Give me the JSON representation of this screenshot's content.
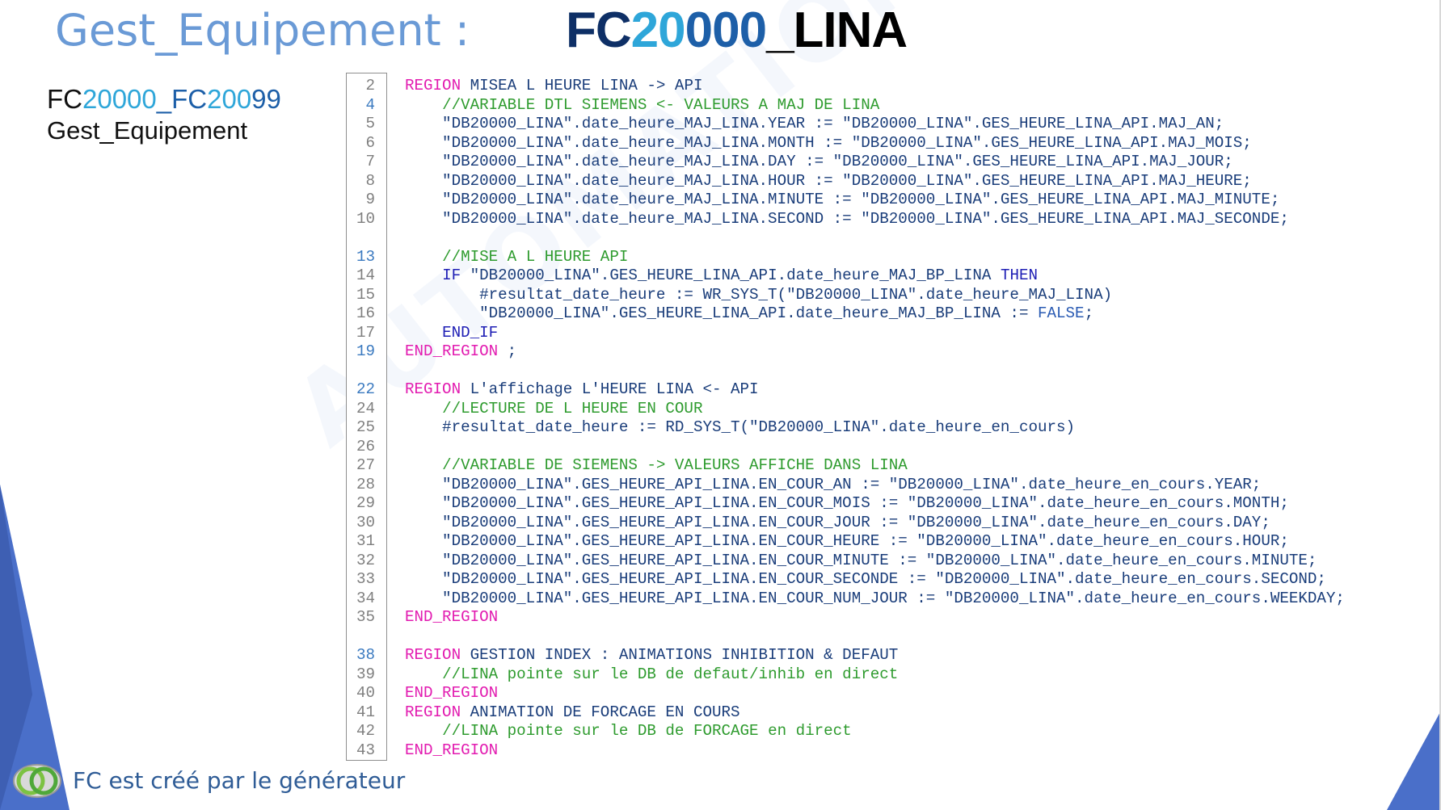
{
  "header": {
    "title_left": "Gest_Equipement :",
    "title_right_parts": [
      "FC",
      "20",
      "000",
      "_LINA"
    ]
  },
  "side": {
    "fc_range_parts": [
      "FC",
      "20000",
      "_FC",
      "200",
      "99"
    ],
    "gest_label": "Gest_Equipement"
  },
  "footer": {
    "text": "FC est créé par le générateur",
    "logo_icon": "two-rings-logo-icon"
  },
  "colors": {
    "title_light_blue": "#6a9ad6",
    "fc_dark_navy": "#0e2f66",
    "fc_cyan": "#2ea6d9",
    "region_keyword": "#e21bb0",
    "keyword": "#1f1fb5",
    "comment": "#2e9b2e",
    "text": "#1a3d7a",
    "triangle_blue": "#4a6fc9"
  },
  "watermark": "AUTOMATION OUEST",
  "code": [
    {
      "n": "2",
      "hl": false,
      "segs": [
        [
          "kw-region",
          "REGION"
        ],
        [
          "tx",
          " MISEA L HEURE LINA -> API"
        ]
      ]
    },
    {
      "n": "4",
      "hl": true,
      "segs": [
        [
          "tx",
          "    "
        ],
        [
          "cm",
          "//VARIABLE DTL SIEMENS <- VALEURS A MAJ DE LINA"
        ]
      ]
    },
    {
      "n": "5",
      "hl": false,
      "segs": [
        [
          "tx",
          "    \"DB20000_LINA\".date_heure_MAJ_LINA.YEAR := \"DB20000_LINA\".GES_HEURE_LINA_API.MAJ_AN;"
        ]
      ]
    },
    {
      "n": "6",
      "hl": false,
      "segs": [
        [
          "tx",
          "    \"DB20000_LINA\".date_heure_MAJ_LINA.MONTH := \"DB20000_LINA\".GES_HEURE_LINA_API.MAJ_MOIS;"
        ]
      ]
    },
    {
      "n": "7",
      "hl": false,
      "segs": [
        [
          "tx",
          "    \"DB20000_LINA\".date_heure_MAJ_LINA.DAY := \"DB20000_LINA\".GES_HEURE_LINA_API.MAJ_JOUR;"
        ]
      ]
    },
    {
      "n": "8",
      "hl": false,
      "segs": [
        [
          "tx",
          "    \"DB20000_LINA\".date_heure_MAJ_LINA.HOUR := \"DB20000_LINA\".GES_HEURE_LINA_API.MAJ_HEURE;"
        ]
      ]
    },
    {
      "n": "9",
      "hl": false,
      "segs": [
        [
          "tx",
          "    \"DB20000_LINA\".date_heure_MAJ_LINA.MINUTE := \"DB20000_LINA\".GES_HEURE_LINA_API.MAJ_MINUTE;"
        ]
      ]
    },
    {
      "n": "10",
      "hl": false,
      "segs": [
        [
          "tx",
          "    \"DB20000_LINA\".date_heure_MAJ_LINA.SECOND := \"DB20000_LINA\".GES_HEURE_LINA_API.MAJ_SECONDE;"
        ]
      ]
    },
    {
      "n": "",
      "hl": false,
      "segs": []
    },
    {
      "n": "13",
      "hl": true,
      "segs": [
        [
          "tx",
          "    "
        ],
        [
          "cm",
          "//MISE A L HEURE API"
        ]
      ]
    },
    {
      "n": "14",
      "hl": false,
      "segs": [
        [
          "tx",
          "    "
        ],
        [
          "kw",
          "IF"
        ],
        [
          "tx",
          " \"DB20000_LINA\".GES_HEURE_LINA_API.date_heure_MAJ_BP_LINA "
        ],
        [
          "kw",
          "THEN"
        ]
      ]
    },
    {
      "n": "15",
      "hl": false,
      "segs": [
        [
          "tx",
          "        #resultat_date_heure := WR_SYS_T(\"DB20000_LINA\".date_heure_MAJ_LINA)"
        ]
      ]
    },
    {
      "n": "16",
      "hl": false,
      "segs": [
        [
          "tx",
          "        \"DB20000_LINA\".GES_HEURE_LINA_API.date_heure_MAJ_BP_LINA := "
        ],
        [
          "con",
          "FALSE"
        ],
        [
          "tx",
          ";"
        ]
      ]
    },
    {
      "n": "17",
      "hl": false,
      "segs": [
        [
          "tx",
          "    "
        ],
        [
          "kw",
          "END_IF"
        ]
      ]
    },
    {
      "n": "19",
      "hl": true,
      "segs": [
        [
          "kw-region",
          "END_REGION"
        ],
        [
          "tx",
          " ;"
        ]
      ]
    },
    {
      "n": "",
      "hl": false,
      "segs": []
    },
    {
      "n": "22",
      "hl": true,
      "segs": [
        [
          "kw-region",
          "REGION"
        ],
        [
          "tx",
          " L'affichage L'HEURE LINA <- API"
        ]
      ]
    },
    {
      "n": "24",
      "hl": false,
      "segs": [
        [
          "tx",
          "    "
        ],
        [
          "cm",
          "//LECTURE DE L HEURE EN COUR"
        ]
      ]
    },
    {
      "n": "25",
      "hl": false,
      "segs": [
        [
          "tx",
          "    #resultat_date_heure := RD_SYS_T(\"DB20000_LINA\".date_heure_en_cours)"
        ]
      ]
    },
    {
      "n": "26",
      "hl": false,
      "segs": []
    },
    {
      "n": "27",
      "hl": false,
      "segs": [
        [
          "tx",
          "    "
        ],
        [
          "cm",
          "//VARIABLE DE SIEMENS -> VALEURS AFFICHE DANS LINA"
        ]
      ]
    },
    {
      "n": "28",
      "hl": false,
      "segs": [
        [
          "tx",
          "    \"DB20000_LINA\".GES_HEURE_API_LINA.EN_COUR_AN := \"DB20000_LINA\".date_heure_en_cours.YEAR;"
        ]
      ]
    },
    {
      "n": "29",
      "hl": false,
      "segs": [
        [
          "tx",
          "    \"DB20000_LINA\".GES_HEURE_API_LINA.EN_COUR_MOIS := \"DB20000_LINA\".date_heure_en_cours.MONTH;"
        ]
      ]
    },
    {
      "n": "30",
      "hl": false,
      "segs": [
        [
          "tx",
          "    \"DB20000_LINA\".GES_HEURE_API_LINA.EN_COUR_JOUR := \"DB20000_LINA\".date_heure_en_cours.DAY;"
        ]
      ]
    },
    {
      "n": "31",
      "hl": false,
      "segs": [
        [
          "tx",
          "    \"DB20000_LINA\".GES_HEURE_API_LINA.EN_COUR_HEURE := \"DB20000_LINA\".date_heure_en_cours.HOUR;"
        ]
      ]
    },
    {
      "n": "32",
      "hl": false,
      "segs": [
        [
          "tx",
          "    \"DB20000_LINA\".GES_HEURE_API_LINA.EN_COUR_MINUTE := \"DB20000_LINA\".date_heure_en_cours.MINUTE;"
        ]
      ]
    },
    {
      "n": "33",
      "hl": false,
      "segs": [
        [
          "tx",
          "    \"DB20000_LINA\".GES_HEURE_API_LINA.EN_COUR_SECONDE := \"DB20000_LINA\".date_heure_en_cours.SECOND;"
        ]
      ]
    },
    {
      "n": "34",
      "hl": false,
      "segs": [
        [
          "tx",
          "    \"DB20000_LINA\".GES_HEURE_API_LINA.EN_COUR_NUM_JOUR := \"DB20000_LINA\".date_heure_en_cours.WEEKDAY;"
        ]
      ]
    },
    {
      "n": "35",
      "hl": false,
      "segs": [
        [
          "kw-region",
          "END_REGION"
        ]
      ]
    },
    {
      "n": "",
      "hl": false,
      "segs": []
    },
    {
      "n": "38",
      "hl": true,
      "segs": [
        [
          "kw-region",
          "REGION"
        ],
        [
          "tx",
          " GESTION INDEX : ANIMATIONS INHIBITION & DEFAUT"
        ]
      ]
    },
    {
      "n": "39",
      "hl": false,
      "segs": [
        [
          "tx",
          "    "
        ],
        [
          "cm",
          "//LINA pointe sur le DB de defaut/inhib en direct"
        ]
      ]
    },
    {
      "n": "40",
      "hl": false,
      "segs": [
        [
          "kw-region",
          "END_REGION"
        ]
      ]
    },
    {
      "n": "41",
      "hl": false,
      "segs": [
        [
          "kw-region",
          "REGION"
        ],
        [
          "tx",
          " ANIMATION DE FORCAGE EN COURS"
        ]
      ]
    },
    {
      "n": "42",
      "hl": false,
      "segs": [
        [
          "tx",
          "    "
        ],
        [
          "cm",
          "//LINA pointe sur le DB de FORCAGE en direct"
        ]
      ]
    },
    {
      "n": "43",
      "hl": false,
      "segs": [
        [
          "kw-region",
          "END_REGION"
        ]
      ]
    }
  ]
}
